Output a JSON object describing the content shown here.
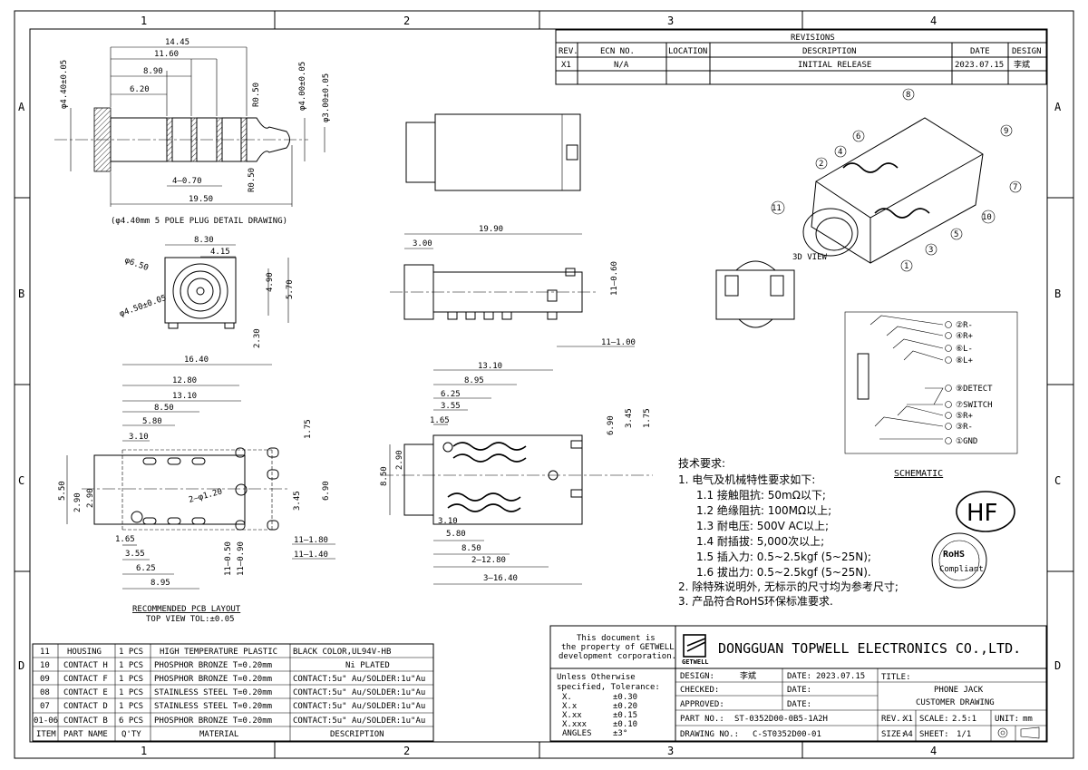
{
  "zones": {
    "columns": [
      "1",
      "2",
      "3",
      "4"
    ],
    "rows": [
      "A",
      "B",
      "C",
      "D"
    ]
  },
  "revisions": {
    "title": "REVISIONS",
    "headers": [
      "REV.",
      "ECN NO.",
      "LOCATION",
      "DESCRIPTION",
      "DATE",
      "DESIGN"
    ],
    "rows": [
      [
        "X1",
        "N/A",
        "",
        "INITIAL RELEASE",
        "2023.07.15",
        "李斌"
      ]
    ]
  },
  "plug": {
    "dims": [
      "14.45",
      "11.60",
      "8.90",
      "6.20",
      "4–0.70",
      "19.50",
      "R0.50",
      "R0.50"
    ],
    "dia_left": "φ4.40±0.05",
    "dia_right1": "φ4.00±0.05",
    "dia_right2": "φ3.00±0.05",
    "caption": "(φ4.40mm 5 POLE PLUG DETAIL DRAWING)"
  },
  "front": {
    "dims": [
      "8.30",
      "4.15",
      "4.90",
      "5.70",
      "2.30"
    ],
    "d1": "φ6.50",
    "d2": "φ4.50±0.05"
  },
  "side": {
    "dims": [
      "19.90",
      "3.00",
      "11–0.60",
      "11–1.00"
    ]
  },
  "pcb": {
    "dims_top": [
      "16.40",
      "12.80",
      "13.10",
      "8.50",
      "5.80",
      "3.10"
    ],
    "dims_bottom": [
      "1.65",
      "3.55",
      "6.25",
      "8.95"
    ],
    "dims_right": [
      "1.75",
      "6.90",
      "3.45",
      "11–1.80",
      "11–1.40",
      "11–0.50",
      "11–0.90"
    ],
    "dims_left": [
      "5.50",
      "2.90",
      "2.90"
    ],
    "hole": "2–φ1.20",
    "caption1": "RECOMMENDED PCB LAYOUT",
    "caption2": "TOP VIEW TOL:±0.05"
  },
  "bottom": {
    "dims_top": [
      "13.10",
      "8.95",
      "6.25",
      "3.55",
      "1.65"
    ],
    "dims_right": [
      "6.90",
      "3.45",
      "1.75"
    ],
    "dims_left": [
      "8.50",
      "2.90"
    ],
    "dims_bottom": [
      "3.10",
      "5.80",
      "8.50",
      "2–12.80",
      "3–16.40"
    ]
  },
  "view3d": {
    "label": "3D VIEW",
    "callouts": [
      "1",
      "2",
      "3",
      "4",
      "5",
      "6",
      "7",
      "8",
      "9",
      "10",
      "11"
    ]
  },
  "schematic": {
    "title": "SCHEMATIC",
    "pins": [
      "②R-",
      "④R+",
      "⑥L-",
      "⑧L+",
      "⑨DETECT",
      "⑦SWITCH",
      "⑤R+",
      "③R-",
      "①GND"
    ]
  },
  "notes": [
    "技术要求:",
    "1. 电气及机械特性要求如下:",
    "1.1 接触阻抗: 50mΩ以下;",
    "1.2 绝缘阻抗: 100MΩ以上;",
    "1.3 耐电压: 500V AC以上;",
    "1.4 耐插拔: 5,000次以上;",
    "1.5 插入力: 0.5~2.5kgf (5~25N);",
    "1.6 拔出力: 0.5~2.5kgf (5~25N).",
    "2. 除特殊说明外, 无标示的尺寸均为参考尺寸;",
    "3. 产品符合RoHS环保标准要求."
  ],
  "badges": {
    "hf": "HF",
    "rohs": "RoHS",
    "rohs_sub": "Compliant"
  },
  "bom": {
    "headers": [
      "ITEM",
      "PART NAME",
      "Q'TY",
      "MATERIAL",
      "DESCRIPTION"
    ],
    "rows": [
      [
        "11",
        "HOUSING",
        "1 PCS",
        "HIGH TEMPERATURE PLASTIC",
        "BLACK COLOR,UL94V-HB"
      ],
      [
        "10",
        "CONTACT H",
        "1 PCS",
        "PHOSPHOR BRONZE T=0.20mm",
        "Ni PLATED"
      ],
      [
        "09",
        "CONTACT F",
        "1 PCS",
        "PHOSPHOR BRONZE T=0.20mm",
        "CONTACT:5u\" Au/SOLDER:1u\"Au"
      ],
      [
        "08",
        "CONTACT E",
        "1 PCS",
        "STAINLESS STEEL T=0.20mm",
        "CONTACT:5u\" Au/SOLDER:1u\"Au"
      ],
      [
        "07",
        "CONTACT D",
        "1 PCS",
        "STAINLESS STEEL T=0.20mm",
        "CONTACT:5u\" Au/SOLDER:1u\"Au"
      ],
      [
        "01-06",
        "CONTACT B",
        "6 PCS",
        "PHOSPHOR BRONZE T=0.20mm",
        "CONTACT:5u\" Au/SOLDER:1u\"Au"
      ]
    ]
  },
  "title_block": {
    "property": [
      "This document is",
      "the property of GETWELL",
      "development corporation."
    ],
    "tol_title": [
      "Unless Otherwise",
      "specified, Tolerance:"
    ],
    "tolerances": [
      [
        "X.",
        "±0.30"
      ],
      [
        "X.x",
        "±0.20"
      ],
      [
        "X.xx",
        "±0.15"
      ],
      [
        "X.xxx",
        "±0.10"
      ],
      [
        "ANGLES",
        "±3°"
      ]
    ],
    "logo_text": "GETWELL",
    "company": "DONGGUAN TOPWELL ELECTRONICS CO.,LTD.",
    "design_label": "DESIGN:",
    "design_value": "李斌",
    "date_label": "DATE:",
    "date_value": "2023.07.15",
    "checked_label": "CHECKED:",
    "approved_label": "APPROVED:",
    "title_label": "TITLE:",
    "title_line1": "PHONE JACK",
    "title_line2": "CUSTOMER DRAWING",
    "part_label": "PART NO.:",
    "part_value": "ST-0352D00-0B5-1A2H",
    "drawing_label": "DRAWING NO.:",
    "drawing_value": "C-ST0352D00-01",
    "rev_label": "REV.:",
    "rev_value": "X1",
    "scale_label": "SCALE:",
    "scale_value": "2.5:1",
    "unit_label": "UNIT:",
    "unit_value": "mm",
    "size_label": "SIZE:",
    "size_value": "A4",
    "sheet_label": "SHEET:",
    "sheet_value": "1/1"
  }
}
